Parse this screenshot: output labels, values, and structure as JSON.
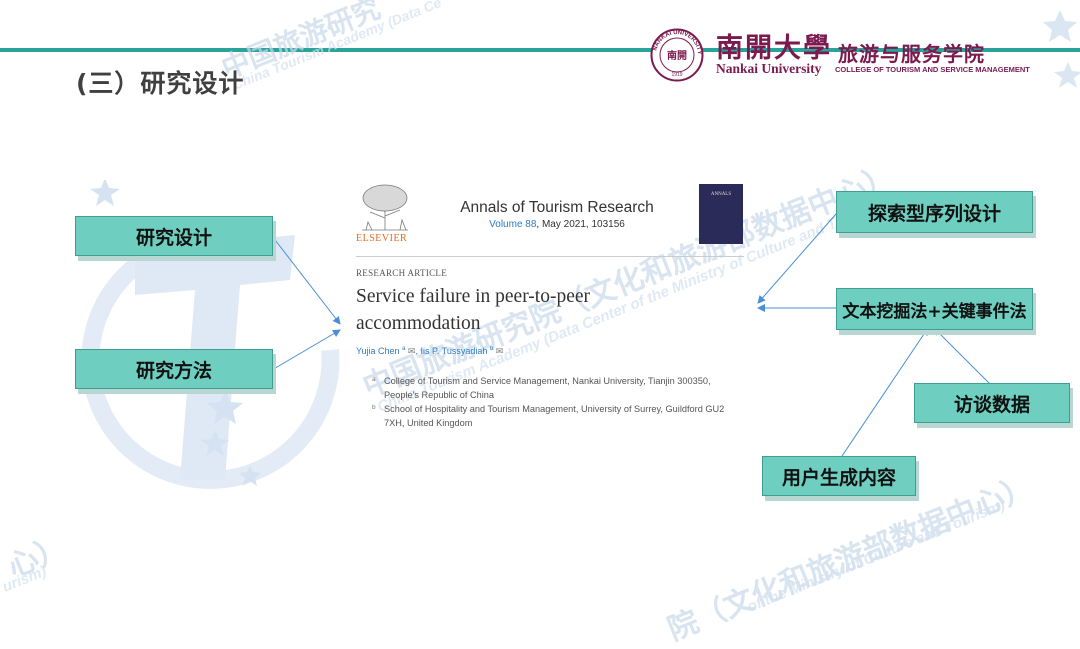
{
  "slide": {
    "title": "(三）研究设计"
  },
  "header": {
    "university_cn": "南開大學",
    "college_cn": "旅游与服务学院",
    "university_en": "Nankai University",
    "college_en": "COLLEGE OF TOURISM AND SERVICE MANAGEMENT",
    "seal_text": "NANKAI UNIVERSITY",
    "seal_center": "南開",
    "seal_year": "1919"
  },
  "watermarks": {
    "cn_top": "中国旅游研究",
    "en_top": "China Tourism Academy (Data Ce",
    "cn_center": "中国旅游研究院（文化和旅游部数据中心）",
    "en_center": "China Tourism Academy (Data Center of the Ministry of Culture and Tourism)",
    "cn_bottom": "院（文化和旅游部数据中心）",
    "en_bottom": "of the Ministry of Culture and Tourism)",
    "cn_left": "心）",
    "en_left": "urism)"
  },
  "left_boxes": [
    {
      "label": "研究设计"
    },
    {
      "label": "研究方法"
    }
  ],
  "right_boxes": [
    {
      "label": "探索型序列设计"
    },
    {
      "label": "文本挖掘法+关键事件法"
    },
    {
      "label": "访谈数据"
    },
    {
      "label": "用户生成内容"
    }
  ],
  "paper": {
    "journal": "Annals of Tourism Research",
    "volume_link": "Volume 88",
    "volume_rest": ", May 2021, 103156",
    "publisher": "ELSEVIER",
    "cover_title": "ANNALS",
    "article_type": "RESEARCH ARTICLE",
    "title": "Service failure in peer-to-peer accommodation",
    "author1": "Yujia Chen",
    "author1_sup": "a",
    "author2": "Iis P. Tussyadiah",
    "author2_sup": "b",
    "affiliations": [
      {
        "mark": "a",
        "text": "College of Tourism and Service Management, Nankai University, Tianjin 300350, People's Republic of China"
      },
      {
        "mark": "b",
        "text": "School of Hospitality and Tourism Management, University of Surrey, Guildford GU2 7XH, United Kingdom"
      }
    ]
  },
  "colors": {
    "accent_line": "#2aa39a",
    "box_fill": "#6ecfc1",
    "arrow": "#4a8fd4",
    "brand": "#7b1a4e"
  }
}
